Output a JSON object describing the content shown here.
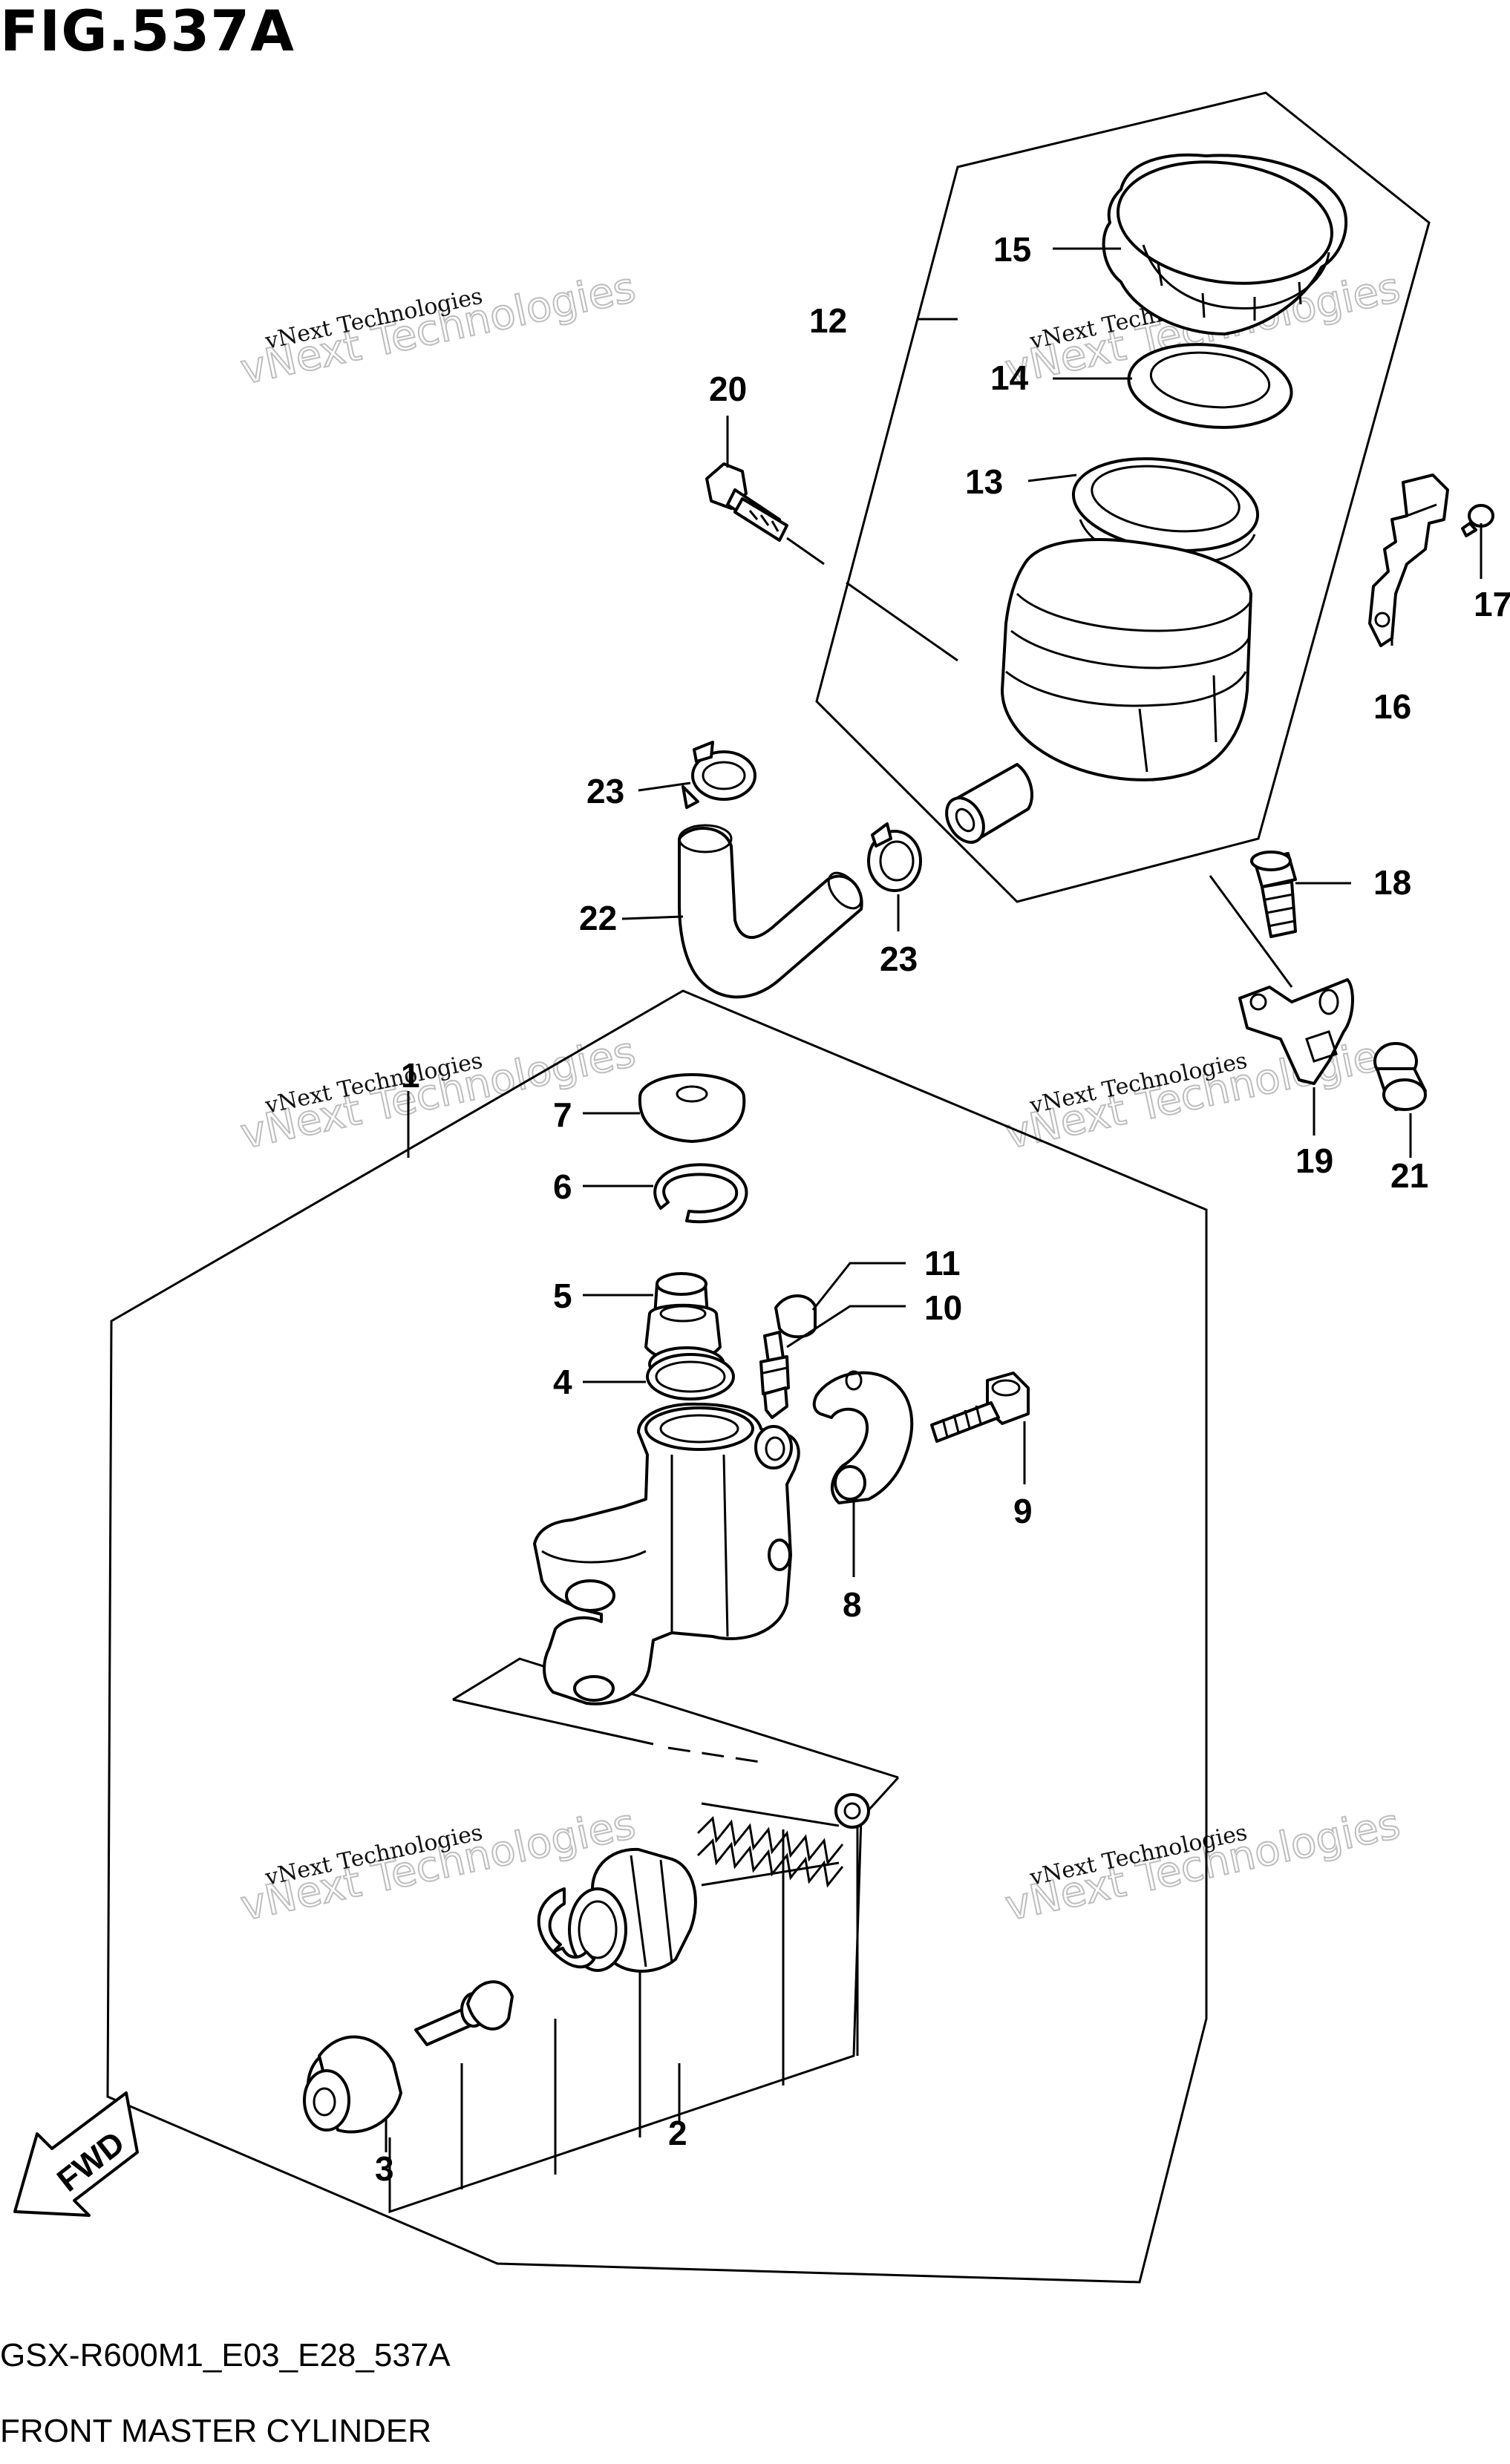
{
  "header": {
    "title": "FIG.537A"
  },
  "footer": {
    "code": "GSX-R600M1_E03_E28_537A",
    "caption": "FRONT MASTER CYLINDER"
  },
  "watermark": {
    "line1": "vNext Technologies",
    "line2": "vNext Technologies"
  },
  "fwd_arrow": {
    "label": "FWD"
  },
  "callouts": {
    "c1": "1",
    "c2": "2",
    "c3": "3",
    "c4": "4",
    "c5": "5",
    "c6": "6",
    "c7": "7",
    "c8": "8",
    "c9": "9",
    "c10": "10",
    "c11": "11",
    "c12": "12",
    "c13": "13",
    "c14": "14",
    "c15": "15",
    "c16": "16",
    "c17": "17",
    "c18": "18",
    "c19": "19",
    "c20": "20",
    "c21": "21",
    "c22": "22",
    "c23a": "23",
    "c23b": "23"
  }
}
